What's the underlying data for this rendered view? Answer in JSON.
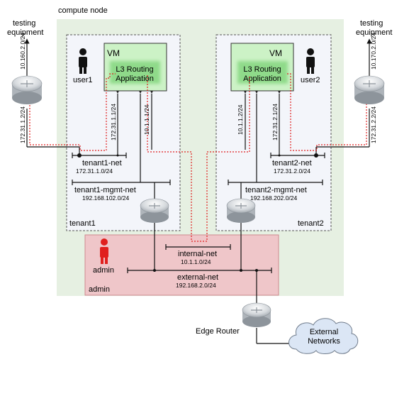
{
  "compute_node_label": "compute node",
  "testing_left": [
    "testing",
    "equipment"
  ],
  "testing_right": [
    "testing",
    "equipment"
  ],
  "tenant1": {
    "user": "user1",
    "vm": "VM",
    "app": [
      "L3 Routing",
      "Application"
    ],
    "area_label": "tenant1",
    "net_name": "tenant1-net",
    "net_cidr": "172.31.1.0/24",
    "mgmt_name": "tenant1-mgmt-net",
    "mgmt_cidr": "192.168.102.0/24",
    "ip_upstream": "10.160.2.0/24",
    "ip_router_port": "172.31.1.2/24",
    "ip_vm_tenant": "172.31.1.1/24",
    "ip_vm_internal": "10.1.1.1/24"
  },
  "tenant2": {
    "user": "user2",
    "vm": "VM",
    "app": [
      "L3 Routing",
      "Application"
    ],
    "area_label": "tenant2",
    "net_name": "tenant2-net",
    "net_cidr": "172.31.2.0/24",
    "mgmt_name": "tenant2-mgmt-net",
    "mgmt_cidr": "192.168.202.0/24",
    "ip_upstream": "10.170.2.0/24",
    "ip_router_port": "172.31.2.2/24",
    "ip_vm_tenant": "172.31.2.1/24",
    "ip_vm_internal": "10.1.1.2/24"
  },
  "admin": {
    "user": "admin",
    "area_label": "admin",
    "internal_name": "internal-net",
    "internal_cidr": "10.1.1.0/24",
    "external_name": "external-net",
    "external_cidr": "192.168.2.0/24"
  },
  "edge_router": "Edge Router",
  "cloud": [
    "External",
    "Networks"
  ],
  "colors": {
    "compute_bg": "#e6f0e2",
    "tenant_bg": "#f3f5fa",
    "vm_bg": "#ccf2c6",
    "app_glow": "#5fc85a",
    "admin_bg": "#efc6c9",
    "admin_border": "#cf8a90",
    "admin_user": "#e0201e",
    "data_path": "#e02020"
  }
}
